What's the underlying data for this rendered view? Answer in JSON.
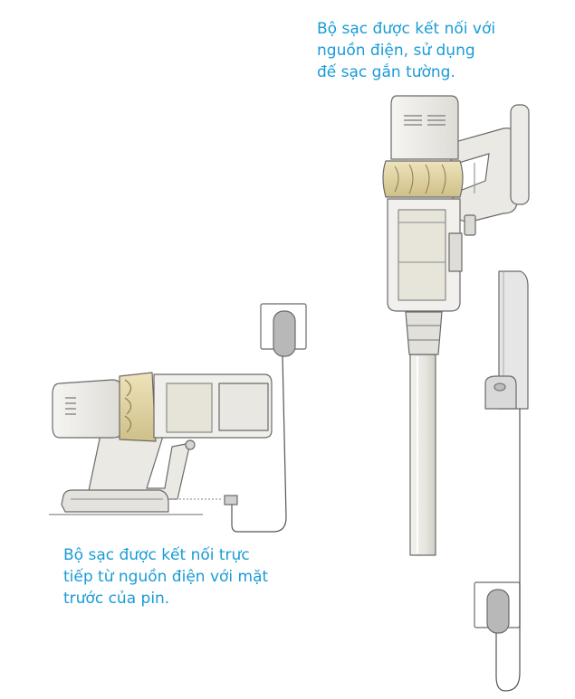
{
  "captions": {
    "wall_dock": {
      "line1": "Bộ sạc được kết nối với",
      "line2": "nguồn điện, sử dụng",
      "line3": "đế sạc gắn tường."
    },
    "direct": {
      "line1": "Bộ sạc được kết nối trực",
      "line2": "tiếp từ nguồn điện với mặt",
      "line3": "trước của pin."
    }
  },
  "colors": {
    "caption_text": "#1a9bd7",
    "body_fill": "#efeeea",
    "cyclone_fill": "#e3d6a4",
    "line": "#6a6a6a",
    "dock_fill": "#d9d9d9",
    "plug_fill": "#b8b8b8"
  }
}
